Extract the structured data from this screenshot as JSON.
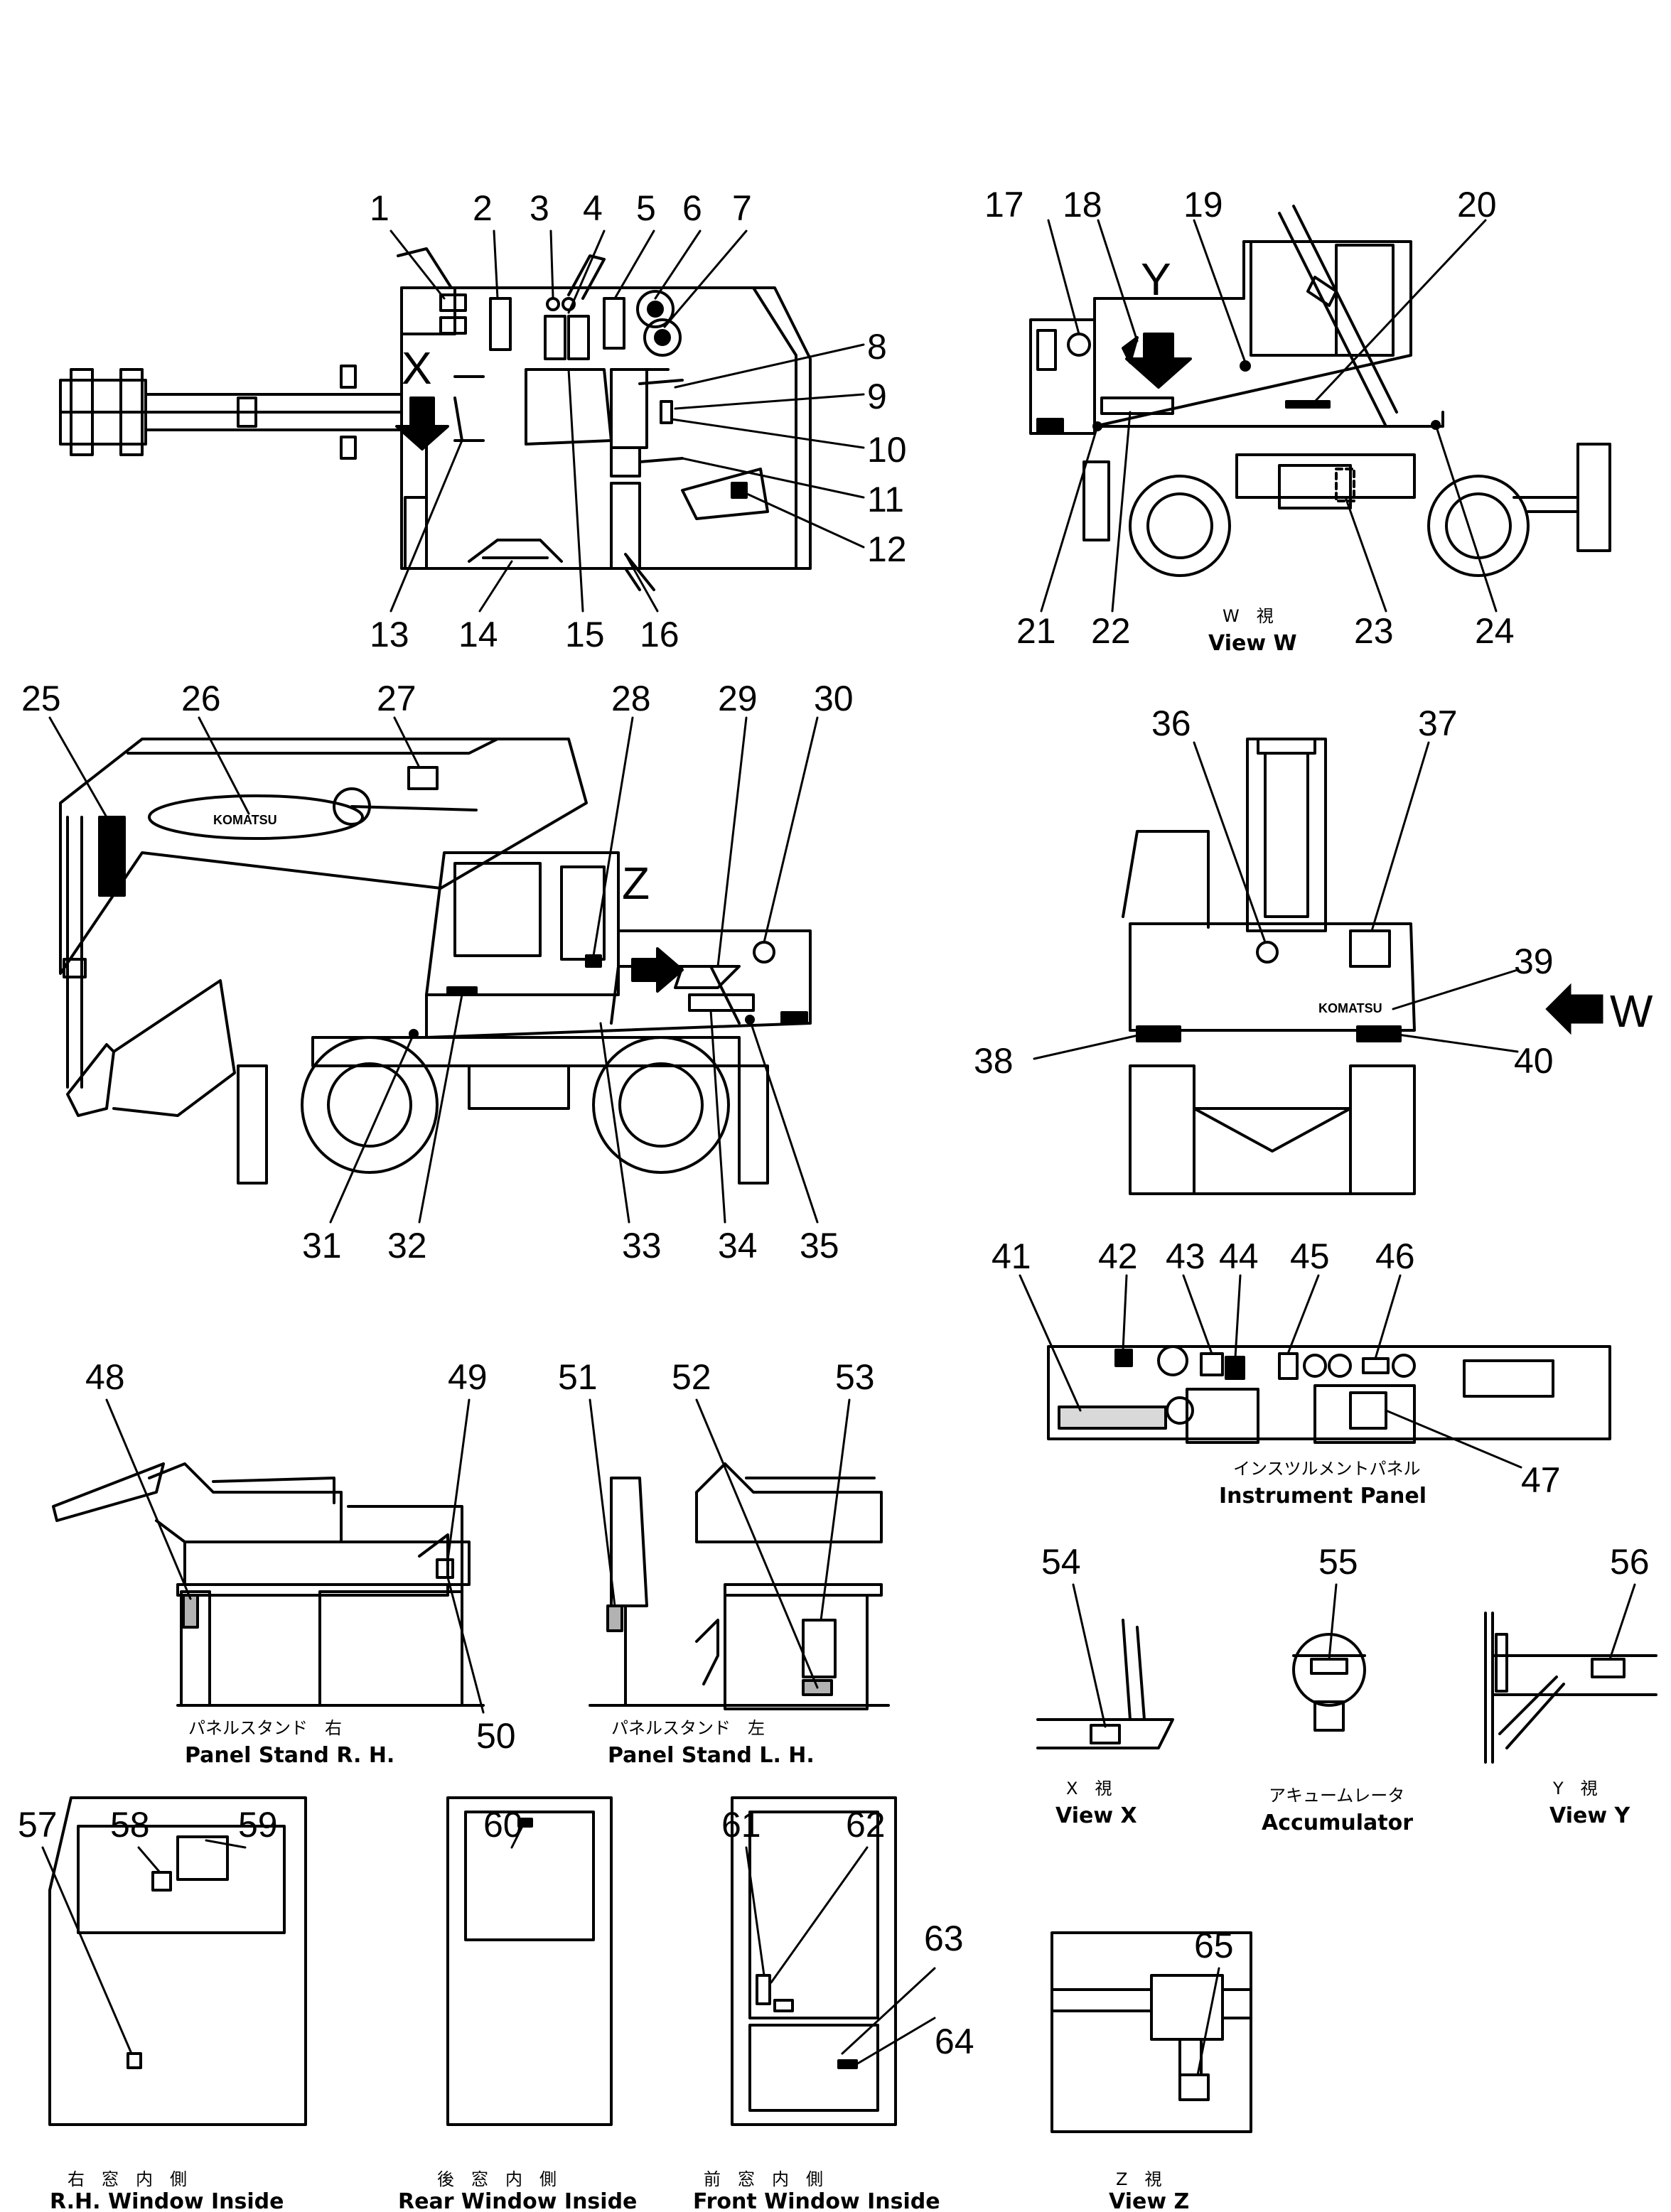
{
  "callouts": [
    "1",
    "2",
    "3",
    "4",
    "5",
    "6",
    "7",
    "8",
    "9",
    "10",
    "11",
    "12",
    "13",
    "14",
    "15",
    "16",
    "17",
    "18",
    "19",
    "20",
    "21",
    "22",
    "23",
    "24",
    "25",
    "26",
    "27",
    "28",
    "29",
    "30",
    "31",
    "32",
    "33",
    "34",
    "35",
    "36",
    "37",
    "38",
    "39",
    "40",
    "41",
    "42",
    "43",
    "44",
    "45",
    "46",
    "47",
    "48",
    "49",
    "50",
    "51",
    "52",
    "53",
    "54",
    "55",
    "56",
    "57",
    "58",
    "59",
    "60",
    "61",
    "62",
    "63",
    "64",
    "65"
  ],
  "markers": {
    "x": "X",
    "y": "Y",
    "z": "Z",
    "w": "W"
  },
  "brand_logo": "KOMATSU",
  "captions": {
    "view_w": {
      "jp": "W　視",
      "en": "View  W"
    },
    "panel_rh": {
      "jp": "パネルスタンド　右",
      "en": "Panel  Stand  R. H."
    },
    "panel_lh": {
      "jp": "パネルスタンド　左",
      "en": "Panel  Stand  L. H."
    },
    "instrument": {
      "jp": "インスツルメントパネル",
      "en": "Instrument  Panel"
    },
    "view_x": {
      "jp": "X　視",
      "en": "View  X"
    },
    "accumulator": {
      "jp": "アキュームレータ",
      "en": "Accumulator"
    },
    "view_y": {
      "jp": "Y　視",
      "en": "View  Y"
    },
    "rh_window": {
      "jp": "右　窓　内　側",
      "en": "R.H.  Window  Inside"
    },
    "rear_window": {
      "jp": "後　窓　内　側",
      "en": "Rear  Window  Inside"
    },
    "front_window": {
      "jp": "前　窓　内　側",
      "en": "Front  Window  Inside"
    },
    "view_z": {
      "jp": "Z　視",
      "en": "View  Z"
    }
  }
}
